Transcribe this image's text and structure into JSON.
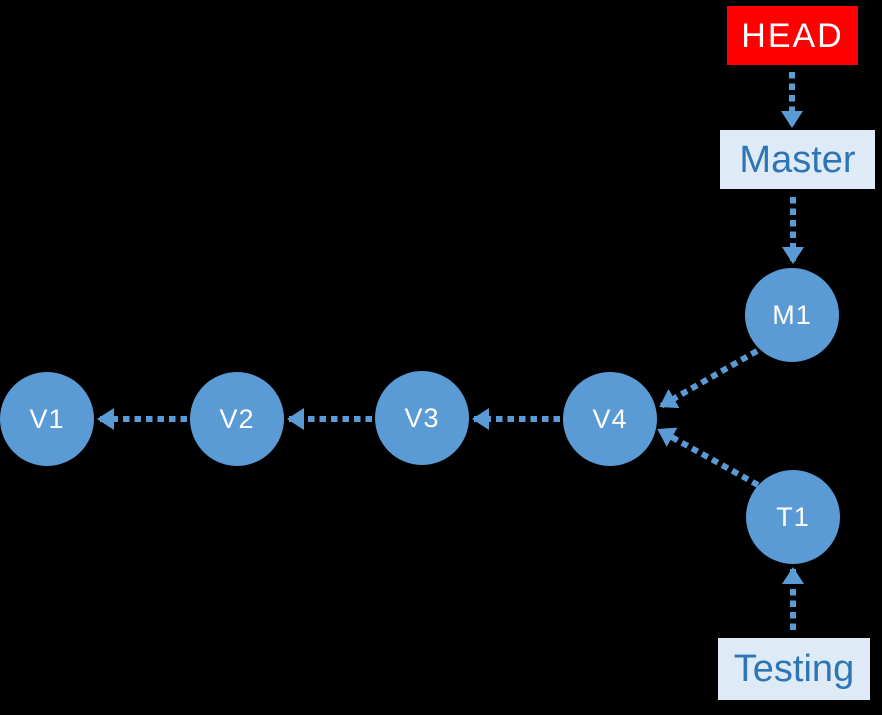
{
  "head": {
    "label": "HEAD"
  },
  "branches": {
    "master": {
      "label": "Master"
    },
    "testing": {
      "label": "Testing"
    }
  },
  "commits": {
    "m1": {
      "label": "M1"
    },
    "t1": {
      "label": "T1"
    },
    "v4": {
      "label": "V4"
    },
    "v3": {
      "label": "V3"
    },
    "v2": {
      "label": "V2"
    },
    "v1": {
      "label": "V1"
    }
  },
  "edges": [
    {
      "from": "HEAD",
      "to": "Master",
      "style": "dotted-arrow"
    },
    {
      "from": "Master",
      "to": "M1",
      "style": "dotted-arrow"
    },
    {
      "from": "M1",
      "to": "V4",
      "style": "dotted-arrow"
    },
    {
      "from": "T1",
      "to": "V4",
      "style": "dotted-arrow"
    },
    {
      "from": "Testing",
      "to": "T1",
      "style": "dotted-arrow"
    },
    {
      "from": "V4",
      "to": "V3",
      "style": "dotted-arrow"
    },
    {
      "from": "V3",
      "to": "V2",
      "style": "dotted-arrow"
    },
    {
      "from": "V2",
      "to": "V1",
      "style": "dotted-arrow"
    }
  ],
  "colors": {
    "background": "#000000",
    "head_fill": "#FF0000",
    "head_text": "#FFFFFF",
    "branch_fill": "#DEEAF6",
    "branch_text": "#2E75B6",
    "commit_fill": "#5B9BD5",
    "commit_text": "#FFFFFF",
    "arrow": "#5B9BD5"
  }
}
